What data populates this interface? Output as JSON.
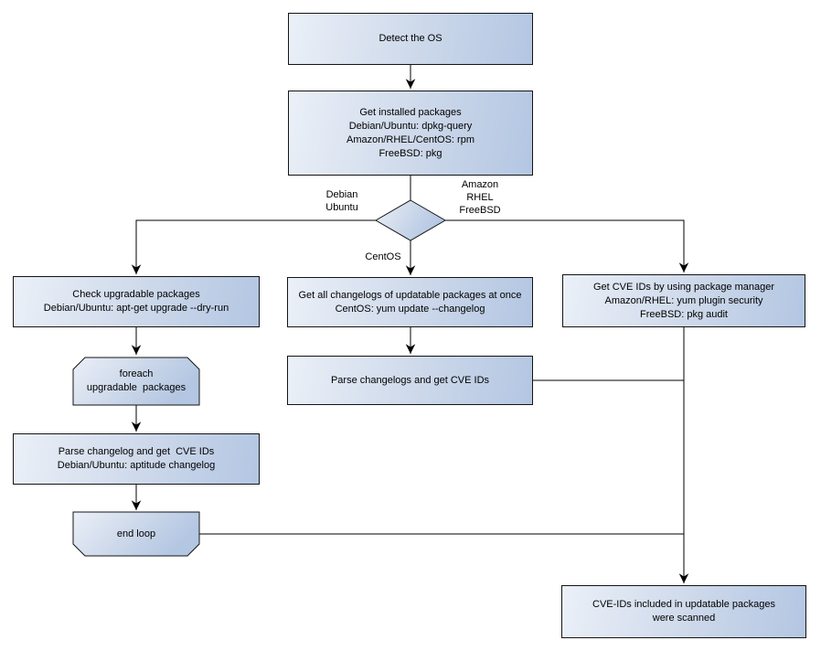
{
  "nodes": {
    "detect_os": {
      "lines": [
        "Detect the OS"
      ]
    },
    "get_installed": {
      "lines": [
        "Get installed packages",
        "Debian/Ubuntu: dpkg-query",
        "Amazon/RHEL/CentOS: rpm",
        "FreeBSD: pkg"
      ]
    },
    "check_upgradable": {
      "lines": [
        "Check upgradable packages",
        "Debian/Ubuntu: apt-get upgrade --dry-run"
      ]
    },
    "foreach_loop": {
      "lines": [
        "foreach",
        "upgradable  packages"
      ]
    },
    "parse_changelog_left": {
      "lines": [
        "Parse changelog and get  CVE IDs",
        "Debian/Ubuntu: aptitude changelog"
      ]
    },
    "end_loop": {
      "lines": [
        "end loop"
      ]
    },
    "get_all_changelogs": {
      "lines": [
        "Get all changelogs of updatable packages at once",
        "CentOS: yum update --changelog"
      ]
    },
    "parse_changelogs_mid": {
      "lines": [
        "Parse changelogs and get CVE IDs"
      ]
    },
    "get_cve_pkg_manager": {
      "lines": [
        "Get CVE IDs by using package manager",
        "Amazon/RHEL: yum plugin security",
        "FreeBSD: pkg audit"
      ]
    },
    "scan_result": {
      "lines": [
        "CVE-IDs included in updatable packages",
        "were scanned"
      ]
    }
  },
  "edge_labels": {
    "debian_ubuntu": [
      "Debian",
      "Ubuntu"
    ],
    "amazon_rhel_freebsd": [
      "Amazon",
      "RHEL",
      "FreeBSD"
    ],
    "centos": "CentOS"
  },
  "colors": {
    "background": "#ffffff",
    "node_fill_light": "#ebf0f8",
    "node_fill_dark": "#b3c6e2",
    "node_border": "#141414",
    "connector": "#000000",
    "text": "#000000"
  }
}
